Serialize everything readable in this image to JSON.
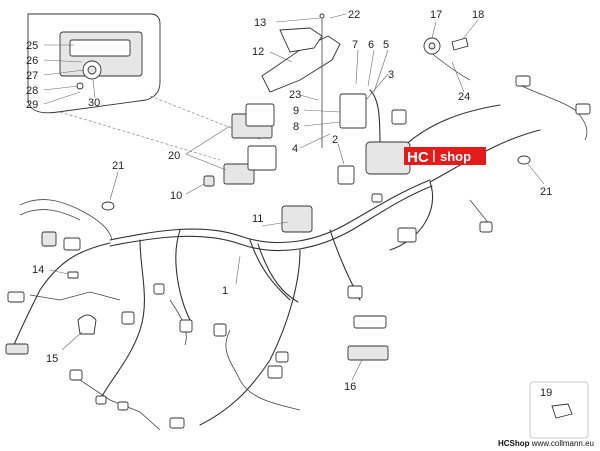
{
  "labels": {
    "n1": "1",
    "n2": "2",
    "n3": "3",
    "n4": "4",
    "n5": "5",
    "n6": "6",
    "n7": "7",
    "n8": "8",
    "n9": "9",
    "n10": "10",
    "n11": "11",
    "n12": "12",
    "n13": "13",
    "n14": "14",
    "n15": "15",
    "n16": "16",
    "n17": "17",
    "n18": "18",
    "n19": "19",
    "n20": "20",
    "n21a": "21",
    "n21b": "21",
    "n22": "22",
    "n23": "23",
    "n24": "24",
    "n25": "25",
    "n26": "26",
    "n27": "27",
    "n28": "28",
    "n29": "29",
    "n30": "30"
  },
  "badge": {
    "hc": "HC",
    "shop": "shop"
  },
  "footer": {
    "brand": "HCShop",
    "url": "www.collmann.eu"
  },
  "colors": {
    "badge": "#e31b1b",
    "line": "#333333"
  }
}
